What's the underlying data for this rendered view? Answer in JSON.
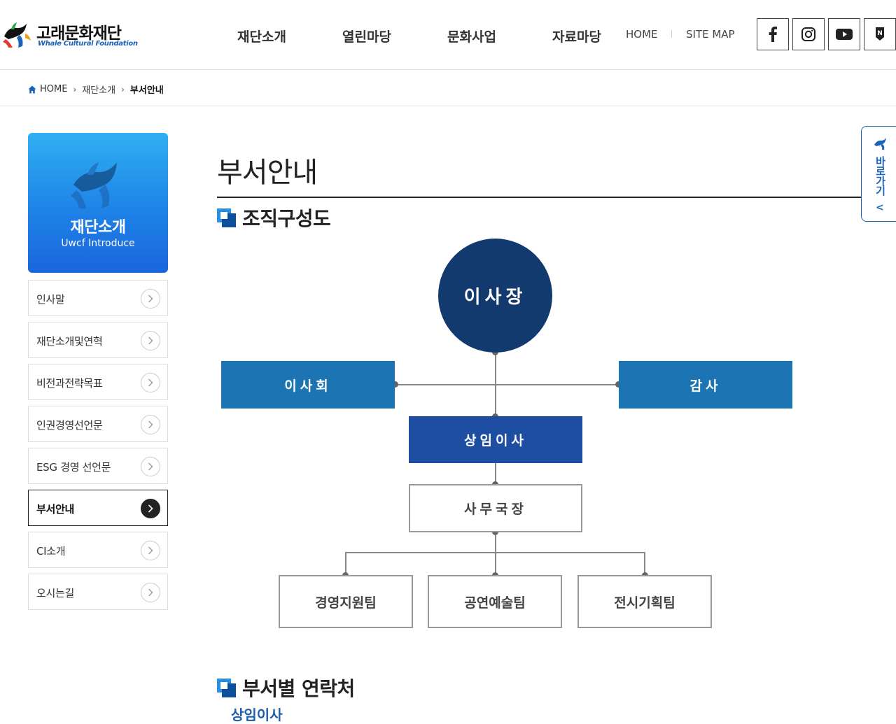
{
  "header": {
    "logo_ko": "고래문화재단",
    "logo_en": "Whale Cultural Foundation",
    "gnb": [
      "재단소개",
      "열린마당",
      "문화사업",
      "자료마당"
    ],
    "util": [
      "HOME",
      "SITE MAP"
    ],
    "sns": [
      "facebook-icon",
      "instagram-icon",
      "youtube-icon",
      "blog-icon"
    ]
  },
  "breadcrumb": {
    "home": "HOME",
    "level1": "재단소개",
    "current": "부서안내"
  },
  "side": {
    "title": "재단소개",
    "subtitle": "Uwcf Introduce",
    "items": [
      "인사말",
      "재단소개및연혁",
      "비전과전략목표",
      "인권경영선언문",
      "ESG 경영 선언문",
      "부서안내",
      "CI소개",
      "오시는길"
    ],
    "active": "부서안내"
  },
  "content": {
    "page_title": "부서안내",
    "section1": "조직구성도",
    "section2": "부서별 연락처",
    "section2_sub": "상임이사"
  },
  "org": {
    "ceo": "이사장",
    "board": "이사회",
    "audit": "감사",
    "exec": "상임이사",
    "secgen": "사무국장",
    "teams": [
      "경영지원팀",
      "공연예술팀",
      "전시기획팀"
    ]
  },
  "quick": {
    "label": "바로가기",
    "arrow": "<"
  },
  "colors": {
    "primary": "#1b63b8",
    "navy": "#123a6e",
    "blue": "#1c74b2",
    "exec": "#1d4ea2"
  }
}
